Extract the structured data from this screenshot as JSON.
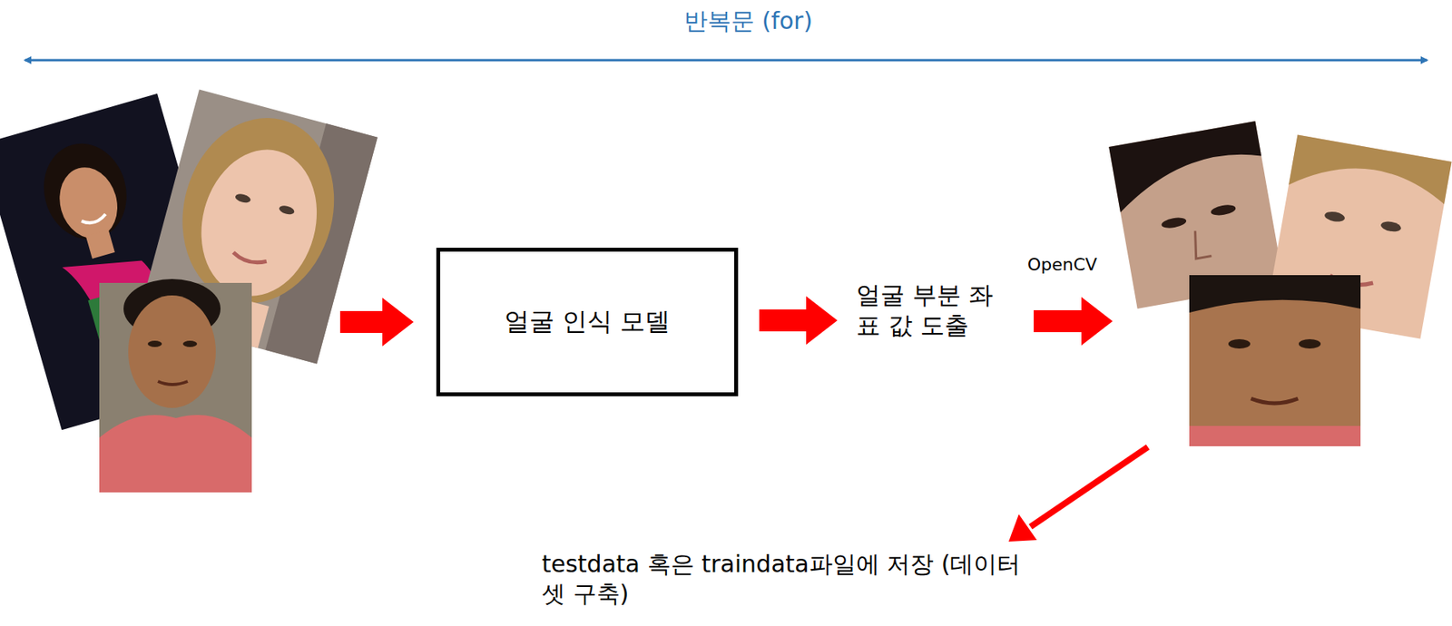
{
  "diagram": {
    "nodes": [
      {
        "text": [
          "얼굴 인식 모델"
        ]
      }
    ],
    "labels": [
      "반복문 (for)",
      "얼굴 부분 좌표 값 도출",
      "OpenCV",
      "testdata 혹은 traindata파일에 저장 (데이터셋 구축)"
    ]
  }
}
